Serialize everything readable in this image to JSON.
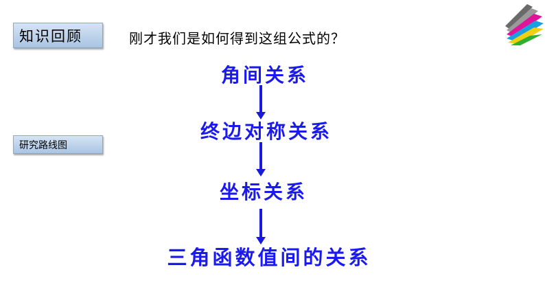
{
  "review_tag": "知识回顾",
  "question": "刚才我们是如何得到这组公式的？",
  "route_tag": "研究路线图",
  "flow": {
    "nodes": [
      "角间关系",
      "终边对称关系",
      "坐标关系",
      "三角函数值间的关系"
    ]
  },
  "colors": {
    "flow_text": "#1a1aef",
    "tag_fill": "#b9cfe8"
  },
  "icons": {
    "logo": "color-stripes-logo-icon"
  }
}
